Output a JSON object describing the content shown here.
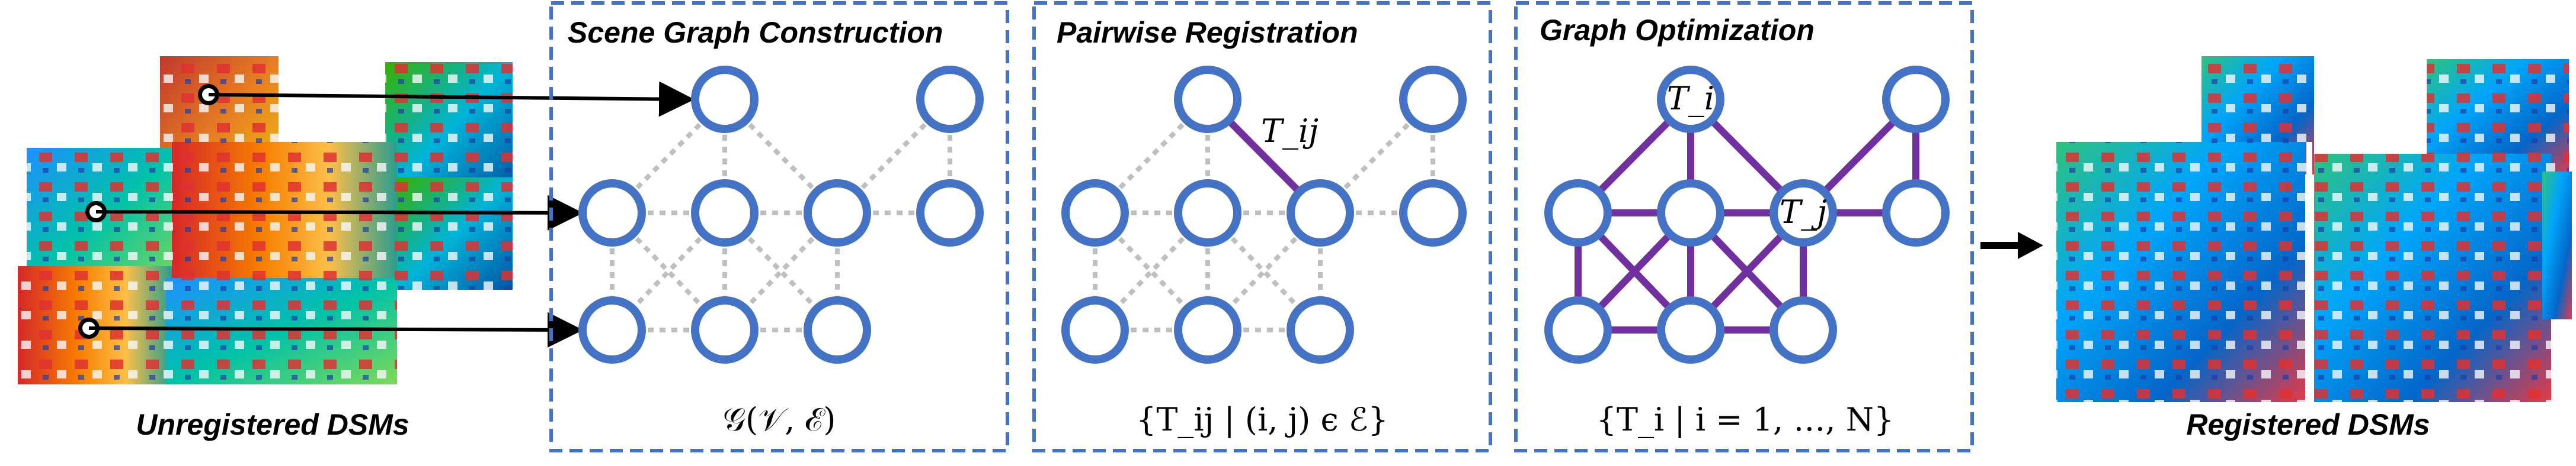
{
  "left_caption": "Unregistered DSMs",
  "right_caption": "Registered DSMs",
  "panels": [
    {
      "title": "Scene Graph Construction",
      "formula": "𝒢(𝒱, ℰ)"
    },
    {
      "title": "Pairwise Registration",
      "formula": "{T_ij | (i, j) ϵ ℰ}"
    },
    {
      "title": "Graph Optimization",
      "formula": "{T_i | i = 1, …, N}"
    }
  ],
  "labels": {
    "edge_tij": "T_ij",
    "node_ti": "T_i",
    "node_tj": "T_j"
  },
  "colors": {
    "node_stroke": "#4472c4",
    "panel_border": "#4472c4",
    "dotted_edge": "#bfbfbf",
    "active_edge": "#7030a0"
  }
}
